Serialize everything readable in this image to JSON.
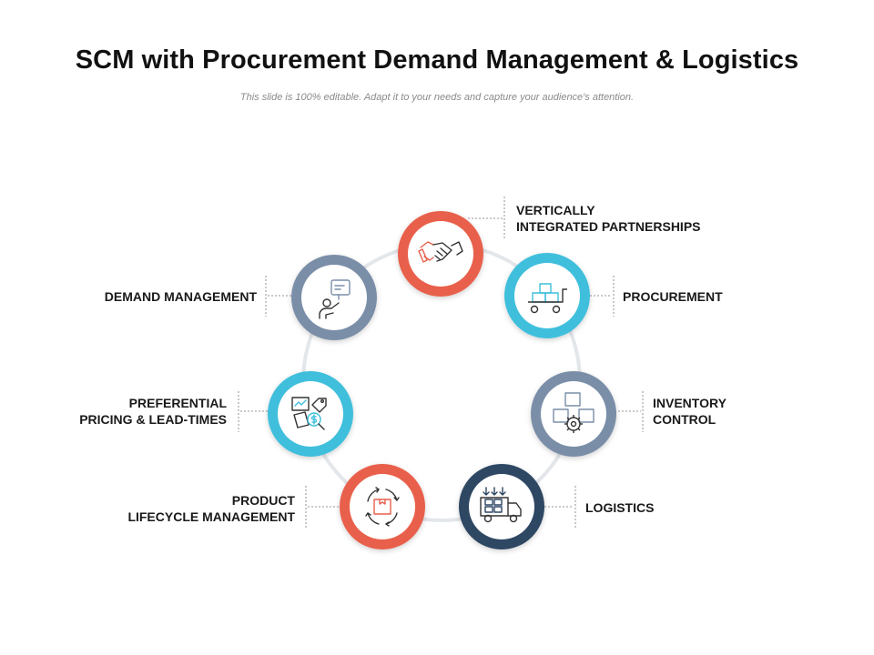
{
  "title": "SCM with Procurement Demand Management & Logistics",
  "subtitle": "This slide is 100% editable. Adapt it to your needs and capture your audience's attention.",
  "colors": {
    "coral": "#e8604c",
    "cyan": "#3fbfdc",
    "slate": "#7a8ea8",
    "navy": "#2e4663",
    "ring": "#e3e6ea"
  },
  "items": [
    {
      "id": "vertically-integrated",
      "lines": [
        "VERTICALLY",
        "INTEGRATED PARTNERSHIPS"
      ],
      "icon": "handshake-icon",
      "color": "coral"
    },
    {
      "id": "procurement",
      "lines": [
        "PROCUREMENT"
      ],
      "icon": "cart-boxes-icon",
      "color": "cyan"
    },
    {
      "id": "inventory-control",
      "lines": [
        "INVENTORY",
        "CONTROL"
      ],
      "icon": "boxes-gear-icon",
      "color": "slate"
    },
    {
      "id": "logistics",
      "lines": [
        "LOGISTICS"
      ],
      "icon": "delivery-truck-icon",
      "color": "navy"
    },
    {
      "id": "product-lifecycle",
      "lines": [
        "PRODUCT",
        "LIFECYCLE MANAGEMENT"
      ],
      "icon": "box-cycle-icon",
      "color": "coral"
    },
    {
      "id": "preferential-pricing",
      "lines": [
        "PREFERENTIAL",
        "PRICING & LEAD-TIMES"
      ],
      "icon": "pricing-analysis-icon",
      "color": "cyan"
    },
    {
      "id": "demand-management",
      "lines": [
        "DEMAND MANAGEMENT"
      ],
      "icon": "person-message-icon",
      "color": "slate"
    }
  ]
}
